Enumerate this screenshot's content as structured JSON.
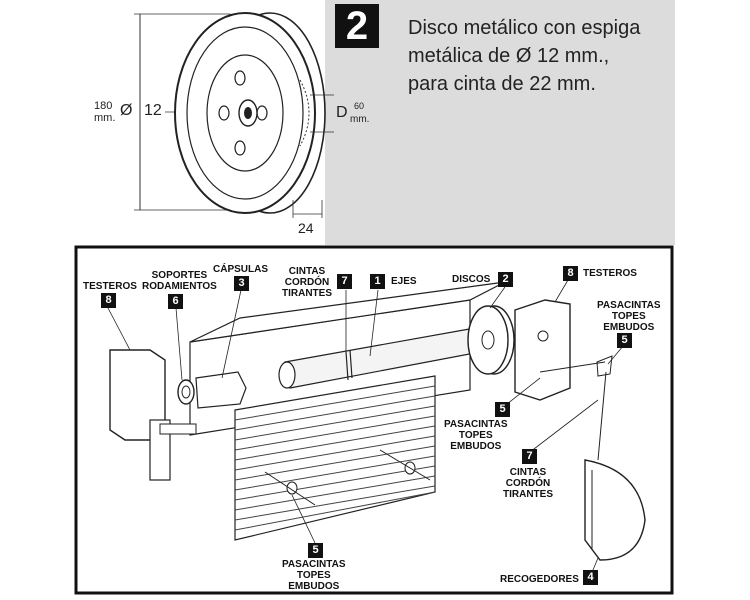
{
  "detail": {
    "number": "2",
    "description_lines": [
      "Disco metálico con espiga",
      "metálica de Ø 12 mm.,",
      "para cinta de 22 mm."
    ],
    "dims": {
      "outer_value": "180",
      "outer_unit": "mm.",
      "shaft_symbol": "Ø",
      "shaft_value": "12",
      "inner_symbol": "D",
      "inner_value": "60",
      "inner_unit": "mm.",
      "width_value": "24"
    }
  },
  "parts": {
    "testeros_left": {
      "label": "TESTEROS",
      "num": "8"
    },
    "soportes": {
      "label_lines": [
        "SOPORTES",
        "RODAMIENTOS"
      ],
      "num": "6"
    },
    "capsulas": {
      "label": "CÁPSULAS",
      "num": "3"
    },
    "cintas_top": {
      "label_lines": [
        "CINTAS",
        "CORDÓN",
        "TIRANTES"
      ],
      "num": "7"
    },
    "ejes": {
      "label": "EJES",
      "num": "1"
    },
    "discos": {
      "label": "DISCOS",
      "num": "2"
    },
    "testeros_right": {
      "label": "TESTEROS",
      "num": "8"
    },
    "pasacintas_right": {
      "label_lines": [
        "PASACINTAS",
        "TOPES",
        "EMBUDOS"
      ],
      "num": "5"
    },
    "pasacintas_mid": {
      "label_lines": [
        "PASACINTAS",
        "TOPES",
        "EMBUDOS"
      ],
      "num": "5"
    },
    "cintas_mid": {
      "label_lines": [
        "CINTAS",
        "CORDÓN",
        "TIRANTES"
      ],
      "num": "7"
    },
    "pasacintas_bottom": {
      "label_lines": [
        "PASACINTAS",
        "TOPES",
        "EMBUDOS"
      ],
      "num": "5"
    },
    "recogedores": {
      "label": "RECOGEDORES",
      "num": "4"
    }
  }
}
